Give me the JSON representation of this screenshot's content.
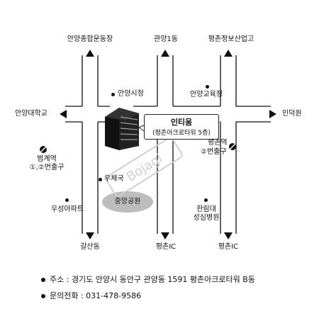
{
  "map": {
    "places": {
      "top_left": "안양종합운동장",
      "top_mid": "관양1동",
      "top_right": "평촌정보산업고",
      "left": "안양대학교",
      "right": "인덕원",
      "city_hall": "안양시청",
      "edu_office": "안양교육청",
      "office_name": "인티움",
      "office_sub": "(평촌아크로타워 5층)",
      "station_right": "평촌역",
      "station_right_exit": "②번출구",
      "station_left": "범계역",
      "station_left_exit": "①,②번출구",
      "post_office": "우체국",
      "park": "중앙공원",
      "apartment": "우성아파트",
      "hospital_line1": "한림대",
      "hospital_line2": "성심병원",
      "bottom_left": "갈산동",
      "bottom_mid": "평촌IC",
      "bottom_right": "평촌IC",
      "watermark": "Bojagi"
    }
  },
  "info": {
    "address": "주소 : 경기도 안양시 동안구 관양동 1591 평촌아크로타워 B동",
    "phone": "문의전화 : 031-478-9586"
  }
}
